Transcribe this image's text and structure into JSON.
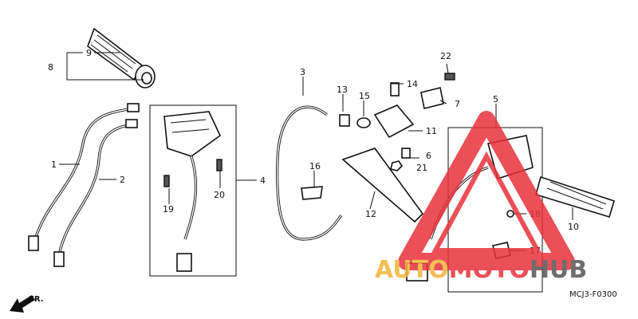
{
  "callouts": {
    "p1": "1",
    "p2": "2",
    "p3": "3",
    "p4": "4",
    "p5": "5",
    "p6": "6",
    "p7": "7",
    "p8": "8",
    "p9": "9",
    "p10": "10",
    "p11": "11",
    "p12": "12",
    "p13": "13",
    "p14": "14",
    "p15": "15",
    "p16": "16",
    "p17": "17",
    "p18": "18",
    "p19": "19",
    "p20": "20",
    "p21": "21",
    "p22": "22"
  },
  "diagram_code": "MCJ3-F0300",
  "direction_label": "FR.",
  "watermark": {
    "text_part1": "AUTO",
    "text_part2": "MOTO",
    "text_part3": "HUB",
    "colors": {
      "triangle": "#e8313a",
      "auto": "#f3b43a",
      "moto": "#e8313a",
      "hub": "#555555"
    }
  }
}
